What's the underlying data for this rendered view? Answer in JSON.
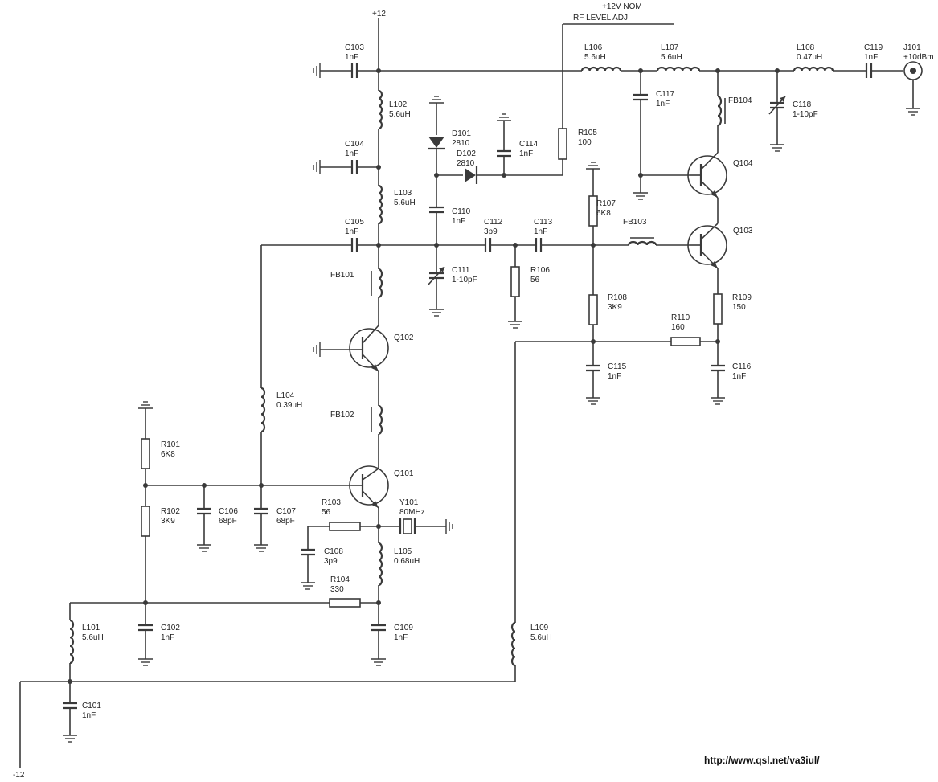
{
  "rails": {
    "pos_supply": "+12",
    "neg_supply": "-12",
    "level_adj_line1": "+12V NOM",
    "level_adj_line2": "RF LEVEL ADJ"
  },
  "source_url": "http://www.qsl.net/va3iul/",
  "output": {
    "ref": "J101",
    "value": "+10dBm"
  },
  "capacitors": [
    {
      "ref": "C101",
      "value": "1nF"
    },
    {
      "ref": "C102",
      "value": "1nF"
    },
    {
      "ref": "C103",
      "value": "1nF"
    },
    {
      "ref": "C104",
      "value": "1nF"
    },
    {
      "ref": "C105",
      "value": "1nF"
    },
    {
      "ref": "C106",
      "value": "68pF"
    },
    {
      "ref": "C107",
      "value": "68pF"
    },
    {
      "ref": "C108",
      "value": "3p9"
    },
    {
      "ref": "C109",
      "value": "1nF"
    },
    {
      "ref": "C110",
      "value": "1nF"
    },
    {
      "ref": "C111",
      "value": "1-10pF"
    },
    {
      "ref": "C112",
      "value": "3p9"
    },
    {
      "ref": "C113",
      "value": "1nF"
    },
    {
      "ref": "C114",
      "value": "1nF"
    },
    {
      "ref": "C115",
      "value": "1nF"
    },
    {
      "ref": "C116",
      "value": "1nF"
    },
    {
      "ref": "C117",
      "value": "1nF"
    },
    {
      "ref": "C118",
      "value": "1-10pF"
    },
    {
      "ref": "C119",
      "value": "1nF"
    }
  ],
  "inductors": [
    {
      "ref": "L101",
      "value": "5.6uH"
    },
    {
      "ref": "L102",
      "value": "5.6uH"
    },
    {
      "ref": "L103",
      "value": "5.6uH"
    },
    {
      "ref": "L104",
      "value": "0.39uH"
    },
    {
      "ref": "L105",
      "value": "0.68uH"
    },
    {
      "ref": "L106",
      "value": "5.6uH"
    },
    {
      "ref": "L107",
      "value": "5.6uH"
    },
    {
      "ref": "L108",
      "value": "0.47uH"
    },
    {
      "ref": "L109",
      "value": "5.6uH"
    }
  ],
  "resistors": [
    {
      "ref": "R101",
      "value": "6K8"
    },
    {
      "ref": "R102",
      "value": "3K9"
    },
    {
      "ref": "R103",
      "value": "56"
    },
    {
      "ref": "R104",
      "value": "330"
    },
    {
      "ref": "R105",
      "value": "100"
    },
    {
      "ref": "R106",
      "value": "56"
    },
    {
      "ref": "R107",
      "value": "6K8"
    },
    {
      "ref": "R108",
      "value": "3K9"
    },
    {
      "ref": "R109",
      "value": "150"
    },
    {
      "ref": "R110",
      "value": "160"
    }
  ],
  "ferrites": [
    "FB101",
    "FB102",
    "FB103",
    "FB104"
  ],
  "transistors": [
    "Q101",
    "Q102",
    "Q103",
    "Q104"
  ],
  "diodes": [
    {
      "ref": "D101",
      "value": "2810"
    },
    {
      "ref": "D102",
      "value": "2810"
    }
  ],
  "crystal": {
    "ref": "Y101",
    "value": "80MHz"
  }
}
